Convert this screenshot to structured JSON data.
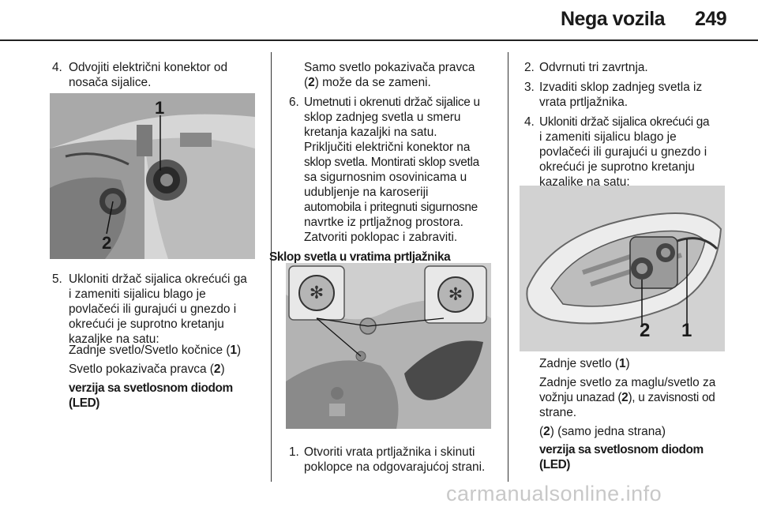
{
  "header": {
    "title": "Nega vozila",
    "page_number": "249"
  },
  "col1": {
    "step4_num": "4.",
    "step4_l1": "Odvojiti električni konektor od",
    "step4_l2": "nosača sijalice.",
    "fig1_label1": "1",
    "fig1_label2": "2",
    "step5_num": "5.",
    "step5_l1": "Ukloniti držač sijalica okrećući ga",
    "step5_l2": "i zameniti sijalicu blago je",
    "step5_l3": "povlačeći ili gurajući u gnezdo i",
    "step5_l4": "okrećući je suprotno kretanju",
    "step5_l5": "kazaljke na satu:",
    "item1_pre": "Zadnje svetlo/Svetlo kočnice (",
    "item1_num": "1",
    "item1_post": ")",
    "item2_pre": "Svetlo pokazivača pravca (",
    "item2_num": "2",
    "item2_post": ")",
    "led_l1": "verzija sa svetlosnom diodom",
    "led_l2": "(LED)"
  },
  "col2": {
    "cont_l1": "Samo svetlo pokazivača pravca",
    "cont_l2_pre": "(",
    "cont_l2_num": "2",
    "cont_l2_post": ") može da se zameni.",
    "step6_num": "6.",
    "step6_l1": "Umetnuti i okrenuti držač sijalice u",
    "step6_l2": "sklop zadnjeg svetla u smeru",
    "step6_l3": "kretanja kazaljki na satu.",
    "step6_l4": "Priključiti električni konektor na",
    "step6_l5": "sklop svetla. Montirati sklop svetla",
    "step6_l6": "sa sigurnosnim osovinicama u",
    "step6_l7": "udubljenje na karoseriji",
    "step6_l8": "automobila i pritegnuti sigurnosne",
    "step6_l9": "navrtke iz prtljažnog prostora.",
    "step6_l10": "Zatvoriti poklopac i zabraviti.",
    "section_heading": "Sklop svetla u vratima prtljažnika",
    "step1_num": "1.",
    "step1_l1": "Otvoriti vrata prtljažnika i skinuti",
    "step1_l2": "poklopce na odgovarajućoj strani."
  },
  "col3": {
    "step2_num": "2.",
    "step2_l1": "Odvrnuti tri zavrtnja.",
    "step3_num": "3.",
    "step3_l1": "Izvaditi sklop zadnjeg svetla iz",
    "step3_l2": "vrata prtljažnika.",
    "step4_num": "4.",
    "step4_l1": "Ukloniti držač sijalica okrećući ga",
    "step4_l2": "i zameniti sijalicu blago je",
    "step4_l3": "povlačeći ili gurajući u gnezdo i",
    "step4_l4": "okrećući je suprotno kretanju",
    "step4_l5": "kazaljke na satu:",
    "fig_label2": "2",
    "fig_label1": "1",
    "item1_pre": "Zadnje svetlo (",
    "item1_num": "1",
    "item1_post": ")",
    "item2_l1": "Zadnje svetlo za maglu/svetlo za",
    "item2_l2_pre": "vožnju unazad (",
    "item2_l2_num": "2",
    "item2_l2_post": "), u zavisnosti od",
    "item2_l3": "strane.",
    "item3_pre": "(",
    "item3_num": "2",
    "item3_post": ") (samo jedna strana)",
    "led_l1": "verzija sa svetlosnom diodom",
    "led_l2": "(LED)"
  },
  "watermark": "carmanualsonline.info"
}
